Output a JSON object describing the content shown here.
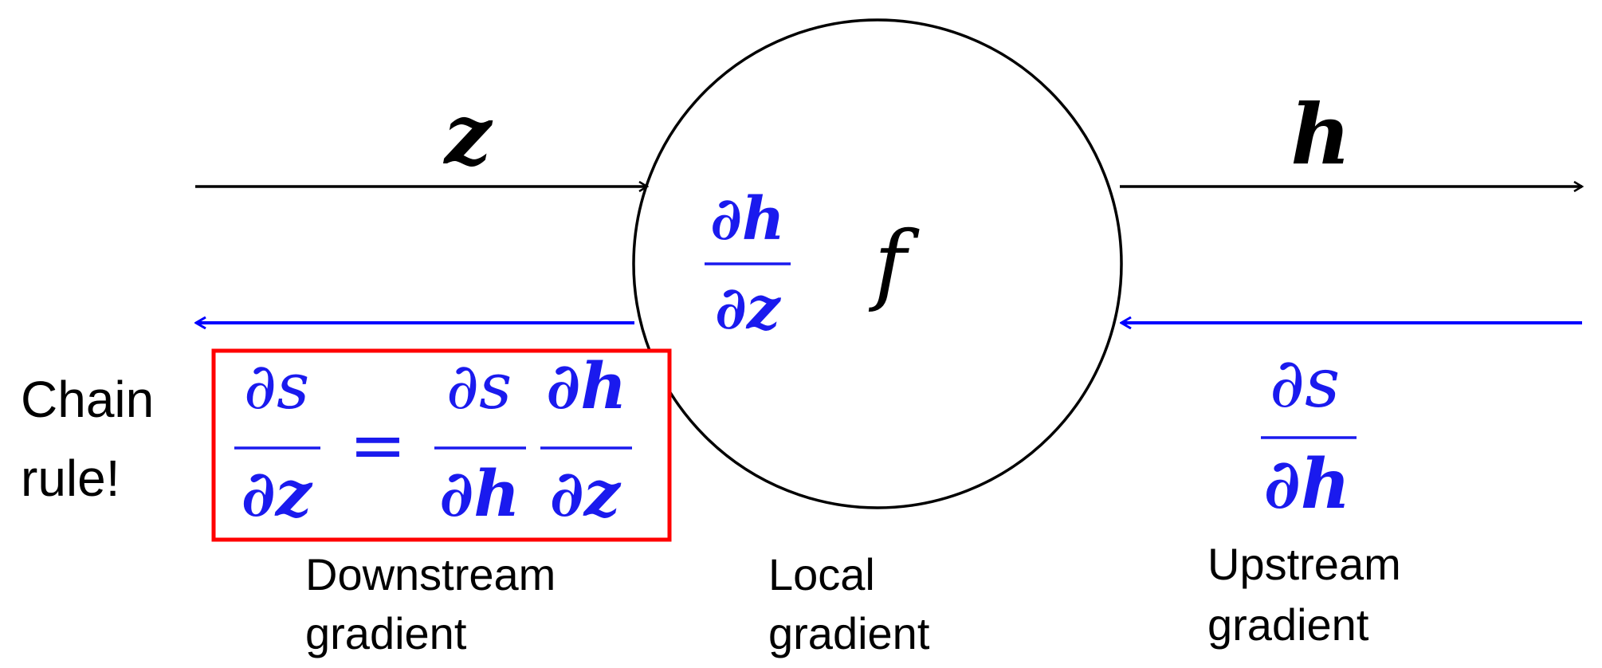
{
  "colors": {
    "forward": "#000000",
    "backward": "#0000ff",
    "math_blue": "#1a1aee",
    "highlight_box": "#ff0000"
  },
  "node": {
    "function": "f"
  },
  "forward": {
    "input": "z",
    "output": "h"
  },
  "local_gradient": {
    "numerator": "∂h",
    "denominator": "∂z"
  },
  "upstream_gradient": {
    "numerator": "∂s",
    "denominator": "∂h"
  },
  "chain_rule": {
    "label_line1": "Chain",
    "label_line2": "rule!",
    "lhs": {
      "numerator": "∂s",
      "denominator": "∂z"
    },
    "equals": "=",
    "rhs1": {
      "numerator": "∂s",
      "denominator": "∂h"
    },
    "rhs2": {
      "numerator": "∂h",
      "denominator": "∂z"
    }
  },
  "captions": {
    "downstream_line1": "Downstream",
    "downstream_line2": "gradient",
    "local_line1": "Local",
    "local_line2": "gradient",
    "upstream_line1": "Upstream",
    "upstream_line2": "gradient"
  }
}
